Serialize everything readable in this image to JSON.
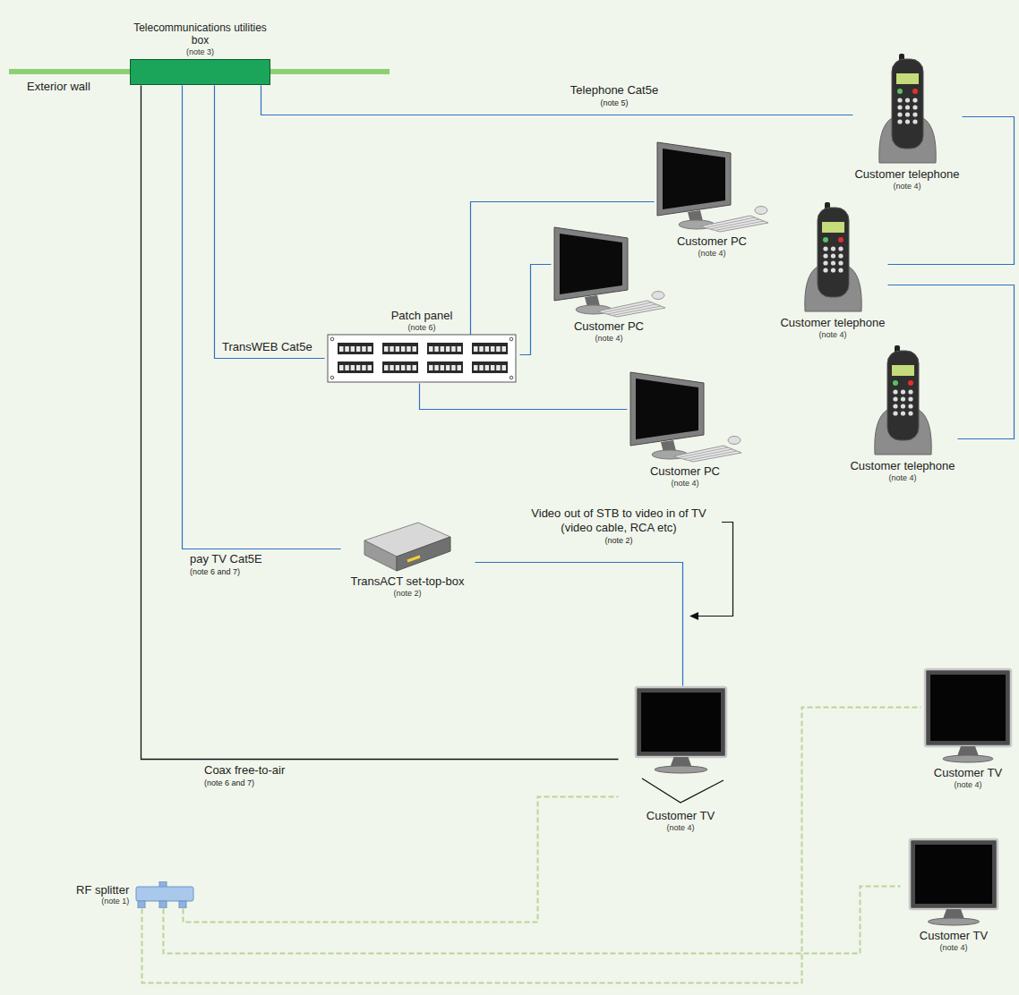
{
  "diagram": {
    "nodes": [
      {
        "text": [
          "Telecommunications utilities box",
          "(note 3)"
        ]
      },
      {
        "text": [
          "Customer telephone",
          "(note 4)"
        ]
      },
      {
        "text": [
          "Customer PC",
          "(note 4)"
        ]
      },
      {
        "text": [
          "Patch panel",
          "(note 6)"
        ]
      },
      {
        "text": [
          "Customer PC",
          "(note 4)"
        ]
      },
      {
        "text": [
          "Customer telephone",
          "(note 4)"
        ]
      },
      {
        "text": [
          "Customer PC",
          "(note 4)"
        ]
      },
      {
        "text": [
          "Customer telephone",
          "(note 4)"
        ]
      },
      {
        "text": [
          "TransACT set-top-box",
          "(note 2)"
        ]
      },
      {
        "text": [
          "Customer TV",
          "(note 4)"
        ]
      },
      {
        "text": [
          "Customer TV",
          "(note 4)"
        ]
      },
      {
        "text": [
          "RF splitter",
          "(note 1)"
        ]
      },
      {
        "text": [
          "Customer TV",
          "(note 4)"
        ]
      }
    ],
    "edges": [
      {
        "from": 0,
        "to": 1,
        "arrow": "none",
        "label": "Telephone Cat5e"
      },
      {
        "from": 1,
        "to": 5,
        "arrow": "none"
      },
      {
        "from": 5,
        "to": 7,
        "arrow": "none"
      },
      {
        "from": 0,
        "to": 3,
        "arrow": "none",
        "label": "TransWEB Cat5e"
      },
      {
        "from": 3,
        "to": 2,
        "arrow": "none"
      },
      {
        "from": 3,
        "to": 4,
        "arrow": "none"
      },
      {
        "from": 3,
        "to": 6,
        "arrow": "none"
      },
      {
        "from": 0,
        "to": 8,
        "arrow": "none",
        "label": "pay TV Cat5E"
      },
      {
        "from": 8,
        "to": 9,
        "arrow": "none"
      },
      {
        "from": 0,
        "to": 9,
        "arrow": "none",
        "label": "Coax free-to-air"
      },
      {
        "from": 11,
        "to": 9,
        "arrow": "none"
      },
      {
        "from": 11,
        "to": 10,
        "arrow": "none"
      },
      {
        "from": 11,
        "to": 12,
        "arrow": "none"
      }
    ],
    "labels": [
      "Exterior wall",
      "(note 5)",
      "(note 6 and 7)",
      "(note 6 and 7)",
      "Video out of STB to video in of TV (video cable, RCA etc)",
      "(note 2)"
    ]
  }
}
